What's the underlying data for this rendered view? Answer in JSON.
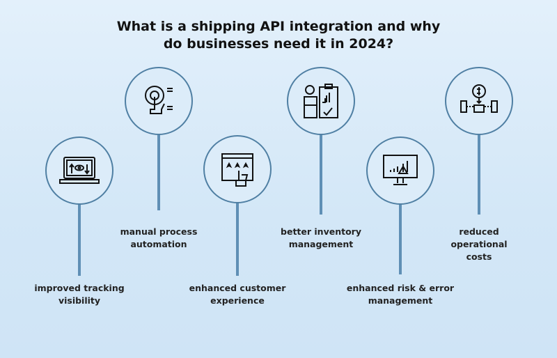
{
  "title": {
    "line1": "What is a shipping API integration and why",
    "line2": "do businesses need it in 2024?"
  },
  "items": [
    {
      "icon": "laptop-tracking-icon",
      "line1": "improved tracking",
      "line2": "visibility"
    },
    {
      "icon": "gear-hand-automation-icon",
      "line1": "manual process",
      "line2": "automation"
    },
    {
      "icon": "rating-stars-hand-icon",
      "line1": "enhanced customer",
      "line2": "experience"
    },
    {
      "icon": "inventory-clipboard-icon",
      "line1": "better inventory",
      "line2": "management"
    },
    {
      "icon": "monitor-warning-chart-icon",
      "line1": "enhanced risk & error",
      "line2": "management"
    },
    {
      "icon": "cost-gear-flow-icon",
      "line1": "reduced",
      "line2": "operational",
      "line3": "costs"
    }
  ]
}
